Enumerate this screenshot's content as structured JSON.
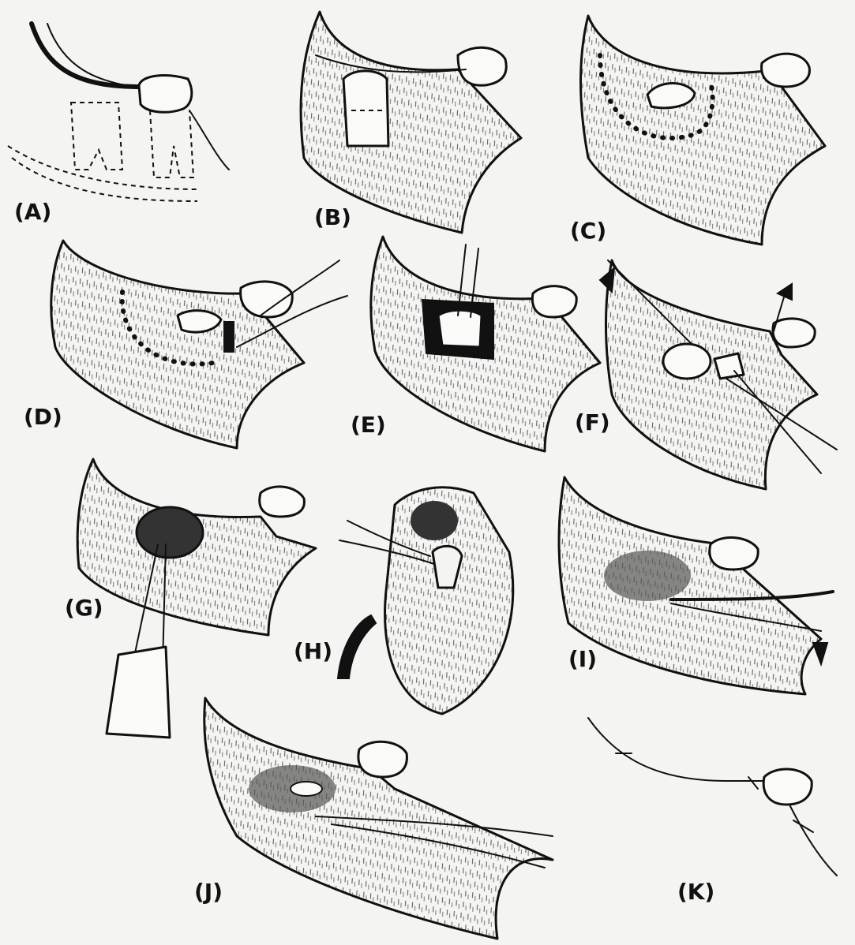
{
  "panels": [
    {
      "id": "A",
      "label": "(A)"
    },
    {
      "id": "B",
      "label": "(B)"
    },
    {
      "id": "C",
      "label": "(C)"
    },
    {
      "id": "D",
      "label": "(D)"
    },
    {
      "id": "E",
      "label": "(E)"
    },
    {
      "id": "F",
      "label": "(F)"
    },
    {
      "id": "G",
      "label": "(G)"
    },
    {
      "id": "H",
      "label": "(H)"
    },
    {
      "id": "I",
      "label": "(I)"
    },
    {
      "id": "J",
      "label": "(J)"
    },
    {
      "id": "K",
      "label": "(K)"
    }
  ],
  "colors": {
    "ink": "#111111",
    "paper": "#f4f4f2"
  }
}
